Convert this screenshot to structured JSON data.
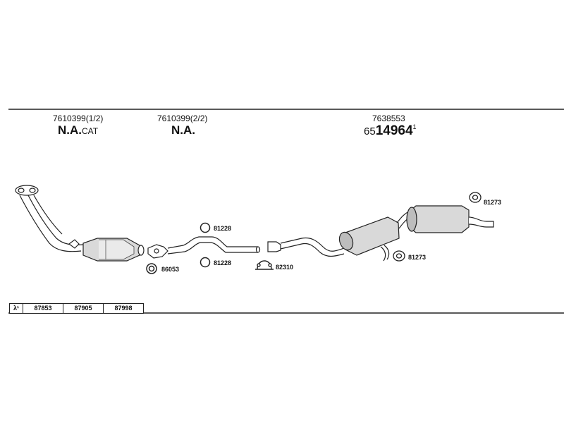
{
  "header_parts": [
    {
      "part_no": "7610399(1/2)",
      "label_main": "N.A.",
      "label_suffix": "CAT"
    },
    {
      "part_no": "7610399(2/2)",
      "label_main": "N.A.",
      "label_suffix": ""
    },
    {
      "part_no": "7638553",
      "code_prefix": "65",
      "code_main": "14964",
      "code_sup": "1"
    }
  ],
  "callouts": {
    "gasket_86053": "86053",
    "ring_81228_upper": "81228",
    "ring_81228_lower": "81228",
    "clamp_82310": "82310",
    "rubber_81273_upper": "81273",
    "rubber_81273_lower": "81273"
  },
  "lambda_table": {
    "symbol": "λ¹",
    "cells": [
      "87853",
      "87905",
      "87998"
    ]
  }
}
